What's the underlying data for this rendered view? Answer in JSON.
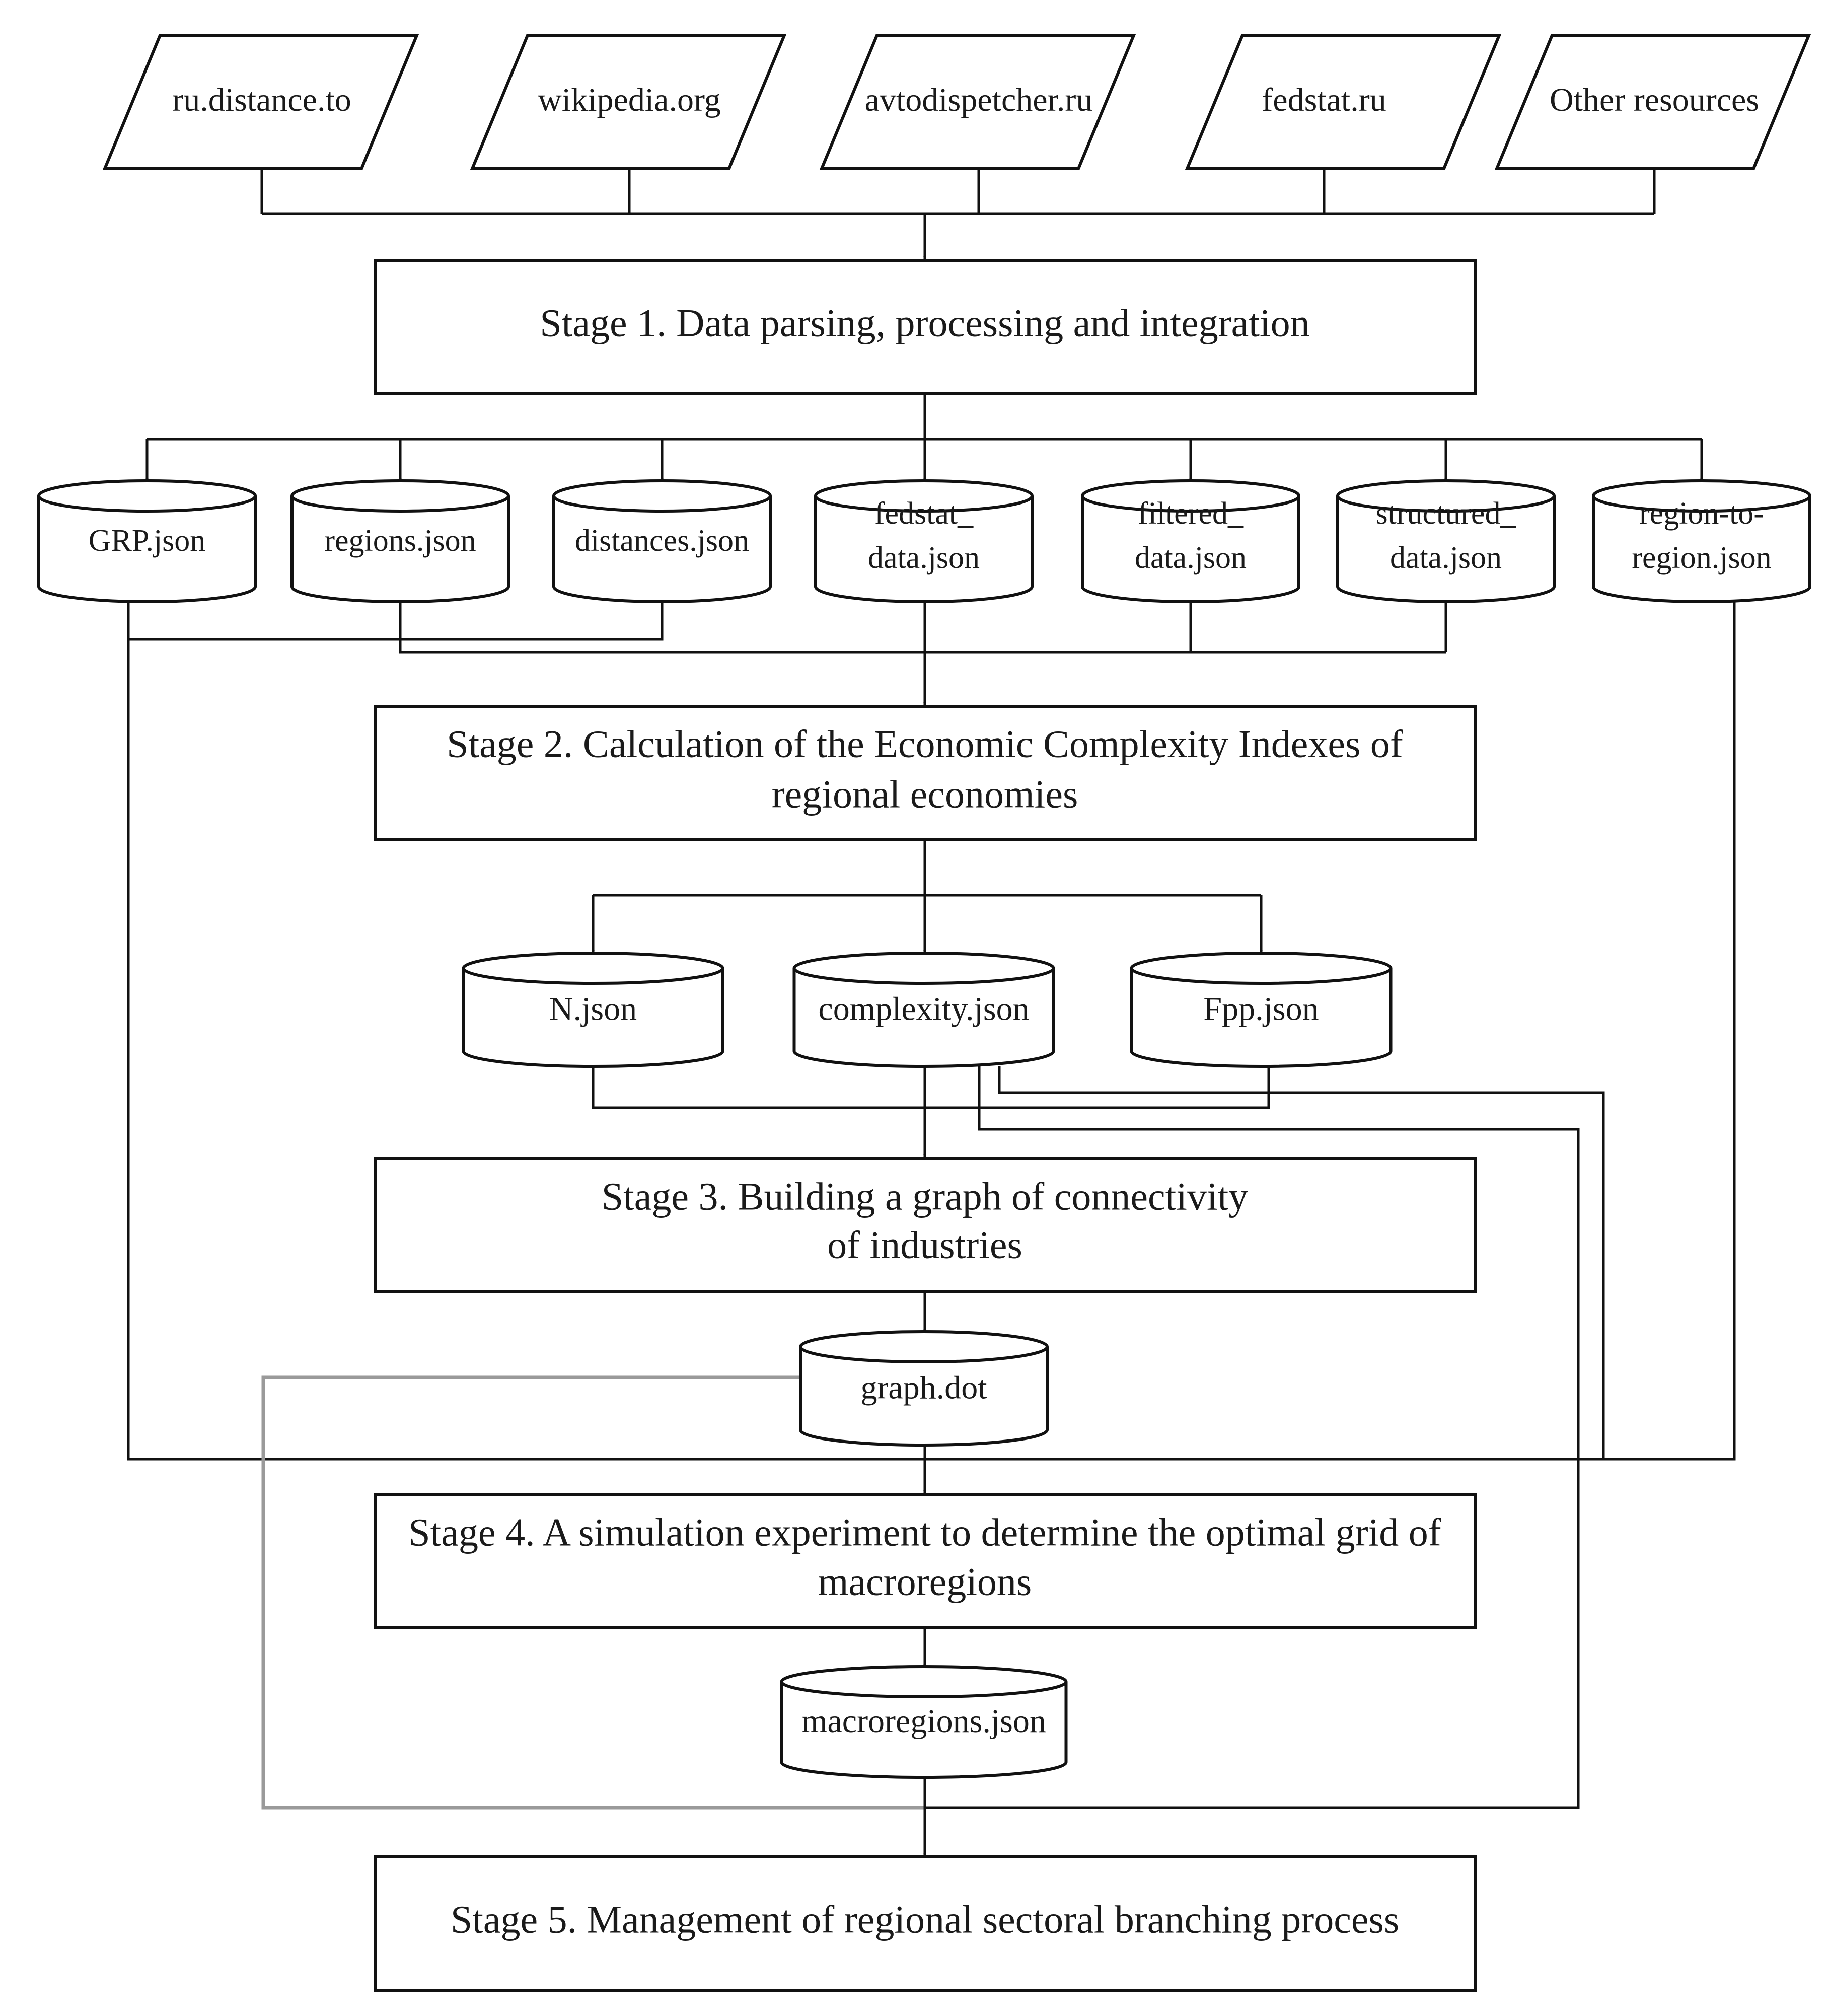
{
  "sources": [
    {
      "id": "src-distance",
      "label": "ru.distance.to"
    },
    {
      "id": "src-wikipedia",
      "label": "wikipedia.org"
    },
    {
      "id": "src-avtodispetcher",
      "label": "avtodispetcher.ru"
    },
    {
      "id": "src-fedstat",
      "label": "fedstat.ru"
    },
    {
      "id": "src-other",
      "label": "Other resources"
    }
  ],
  "stages": {
    "stage1": [
      "Stage 1. Data parsing, processing and integration"
    ],
    "stage2": [
      "Stage 2. Calculation of the Economic Complexity Indexes of",
      "regional economies"
    ],
    "stage3": [
      "Stage 3. Building a graph of connectivity",
      "of industries"
    ],
    "stage4": [
      "Stage 4. A simulation experiment to determine the optimal grid of",
      "macroregions"
    ],
    "stage5": [
      "Stage 5. Management of regional sectoral branching process"
    ]
  },
  "datastores": {
    "grp": [
      "GRP.json"
    ],
    "regions": [
      "regions.json"
    ],
    "distances": [
      "distances.json"
    ],
    "fedstat": [
      "fedstat_",
      "data.json"
    ],
    "filtered": [
      "filtered_",
      "data.json"
    ],
    "structured": [
      "structured_",
      "data.json"
    ],
    "region_to_region": [
      "region-to-",
      "region.json"
    ],
    "n": [
      "N.json"
    ],
    "complexity": [
      "complexity.json"
    ],
    "fpp": [
      "Fpp.json"
    ],
    "graph": [
      "graph.dot"
    ],
    "macroregions": [
      "macroregions.json"
    ]
  }
}
